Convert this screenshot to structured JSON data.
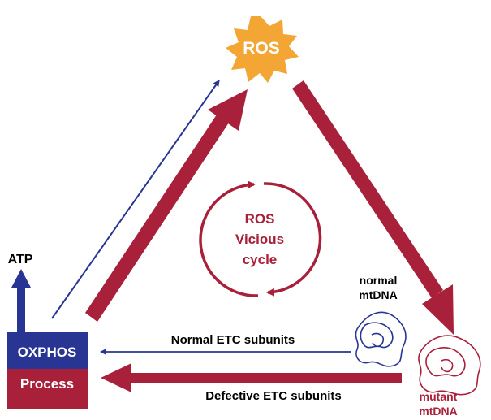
{
  "colors": {
    "red": "#A8203A",
    "blue": "#283593",
    "orange": "#F4A634",
    "white": "#FFFFFF",
    "black": "#000000"
  },
  "labels": {
    "ros_star": "ROS",
    "cycle_line1": "ROS",
    "cycle_line2": "Vicious",
    "cycle_line3": "cycle",
    "atp": "ATP",
    "oxphos": "OXPHOS",
    "process": "Process",
    "normal_etc": "Normal ETC subunits",
    "defective_etc": "Defective ETC subunits",
    "normal_mtdna_1": "normal",
    "normal_mtdna_2": "mtDNA",
    "mutant_mtdna_1": "mutant",
    "mutant_mtdna_2": "mtDNA"
  }
}
